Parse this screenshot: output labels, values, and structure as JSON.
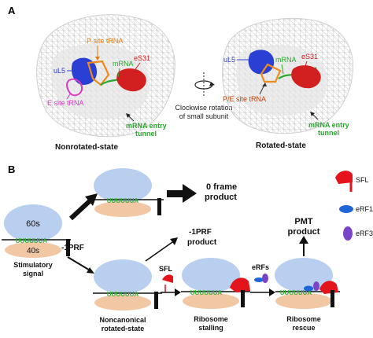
{
  "panelA": {
    "letter": "A",
    "left": {
      "p_site_trna": "P site tRNA",
      "ul5": "uL5",
      "mrna": "mRNA",
      "es31": "eS31",
      "e_site_trna": "E site tRNA",
      "entry_tunnel_1": "mRNA entry",
      "entry_tunnel_2": "tunnel",
      "state": "Nonrotated-state"
    },
    "rotation_1": "Clockwise rotation",
    "rotation_2": "of small subunit",
    "right": {
      "ul5": "uL5",
      "mrna": "mRNA",
      "es31": "eS31",
      "pe_site_trna": "P/E site tRNA",
      "entry_tunnel_1": "mRNA entry",
      "entry_tunnel_2": "tunnel",
      "state": "Rotated-state"
    }
  },
  "panelB": {
    "letter": "B",
    "subunit_large": "60s",
    "subunit_small": "40s",
    "slippery_seq": "UUUUUUA",
    "stimulatory_1": "Stimulatory",
    "stimulatory_2": "signal",
    "prf_minus1": "-1PRF",
    "zero_frame_1": "0 frame",
    "zero_frame_2": "product",
    "prf_product_1": "-1PRF",
    "prf_product_2": "product",
    "sfl": "SFL",
    "erfs": "eRFs",
    "pmt_1": "PMT",
    "pmt_2": "product",
    "noncanonical_1": "Noncanonical",
    "noncanonical_2": "rotated-state",
    "stalling_1": "Ribosome",
    "stalling_2": "stalling",
    "rescue_1": "Ribosome",
    "rescue_2": "rescue",
    "legend": [
      {
        "label": "SFL",
        "icon": "red-flag-icon",
        "color": "#e3141b"
      },
      {
        "label": "eRF1",
        "icon": "blue-oval-icon",
        "color": "#2166d9"
      },
      {
        "label": "eRF3",
        "icon": "purple-oval-icon",
        "color": "#7a44c9"
      }
    ]
  },
  "colors": {
    "large_subunit": "#b9cff0",
    "small_subunit": "#f2c7a3",
    "sfl_red": "#e3141b",
    "erf1_blue": "#2166d9",
    "erf3_purple": "#7a44c9",
    "helix_green": "#3fae3a",
    "ul5_blue": "#2a3fd4",
    "trna_orange": "#ef8a1e",
    "es31_red": "#d21f1f",
    "e_site_magenta": "#d83ac2",
    "mrna_green": "#28a82c"
  }
}
